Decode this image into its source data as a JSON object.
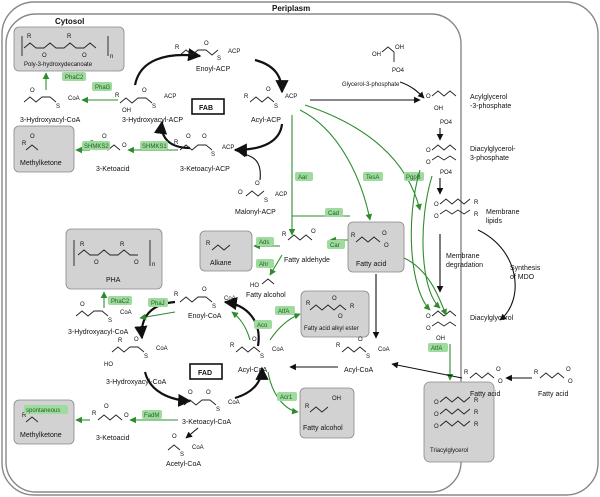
{
  "compartments": {
    "outer": "Periplasm",
    "inner": "Cytosol"
  },
  "colors": {
    "green": "#2e8b2e",
    "enzyme_fill": "#9fdb9f",
    "product_fill": "#d2d2d2",
    "membrane": "#888888"
  },
  "top_cycle": {
    "enoyl_acp": "Enoyl-ACP",
    "acyl_acp": "Acyl-ACP",
    "hydroxyacyl_acp": "3-Hydroxyacyl-ACP",
    "ketoacyl_acp": "3-Ketoacyl-ACP",
    "fab": "FAB",
    "malonyl_acp": "Malonyl-ACP",
    "ketoacid": "3-Ketoacid",
    "hydroxyacyl_coa": "3-Hydroxyacyl-CoA",
    "acp1": "ACP",
    "acp2": "ACP",
    "acp3": "ACP",
    "acp4": "ACP",
    "acp5": "ACP",
    "coa": "CoA"
  },
  "products": {
    "p3hd": "Poly-3-hydroxydecanoate",
    "methylketone_top": "Methylketone",
    "pha": "PHA",
    "alkane": "Alkane",
    "fatty_acid_box": "Fatty acid",
    "fatty_acid_alkyl_ester": "Fatty acid alkyl ester",
    "methylketone_bottom": "Methylketone",
    "fatty_alcohol_box": "Fatty alcohol",
    "triacylglycerol": "Triacylglycerol"
  },
  "enzymes": {
    "phac2_top": "PhaC2",
    "phag": "PhaG",
    "shmks2_top": "SHMKS2",
    "shmks1": "SHMKS1",
    "aar": "Aar",
    "tesa": "TesA",
    "pgpb": "PgpB",
    "ads": "Ads",
    "car": "Car",
    "ahr": "Ahr",
    "phac2_bottom": "PhaC2",
    "phaj": "PhaJ",
    "aco": "Aco",
    "atfa_top": "AtfA",
    "atfa_bottom": "AtfA",
    "acr1": "Acr1",
    "spontaneous": "spontaneous",
    "fadm": "FadM",
    "cad": "Cad"
  },
  "lipids": {
    "g3p": "Glycerol-3-phosphate",
    "acylg3p_1": "Acylglycerol",
    "acylg3p_2": "-3-phosphate",
    "diacylg3p_1": "Diacylglycerol-",
    "diacylg3p_2": "3-phosphate",
    "membrane_lipids_1": "Membrane",
    "membrane_lipids_2": "lipids",
    "membrane_deg_1": "Membrane",
    "membrane_deg_2": "degradation",
    "mdo_1": "Synthesis",
    "mdo_2": "of MDO",
    "diacylglycerol": "Diacylglycerol"
  },
  "bottom_cycle": {
    "fatty_aldehyde": "Fatty aldehyde",
    "fatty_alcohol": "Fatty alcohol",
    "enoyl_coa": "Enoyl-CoA",
    "acyl_coa_fad": "Acyl-CoA",
    "acyl_coa_right": "Acyl-CoA",
    "hydroxyacyl_coa": "3-Hydroxyacyl-CoA",
    "hydroxyacyl_coa_2": "3-Hydroxyacyl-CoA",
    "fad": "FAD",
    "ketoacid": "3-Ketoacid",
    "ketoacyl_coa": "3-Ketoacyl-CoA",
    "acetyl_coa": "Acetyl-CoA",
    "fatty_acid_mid": "Fatty acid",
    "fatty_acid_ext": "Fatty acid",
    "coa": "CoA",
    "ho": "HO"
  },
  "atoms": {
    "R": "R",
    "O": "O",
    "S": "S",
    "OH": "OH",
    "HO": "HO",
    "PO4": "PO4",
    "n": "n"
  }
}
